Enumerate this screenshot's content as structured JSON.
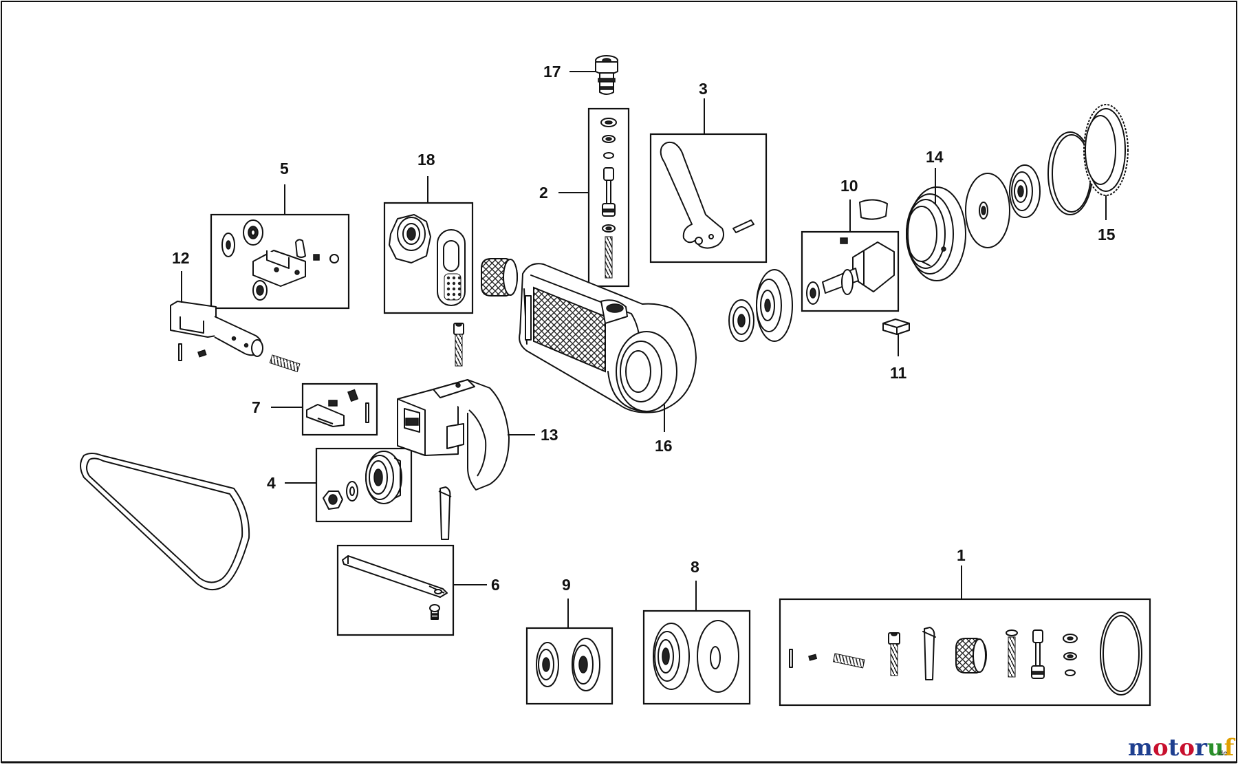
{
  "diagram": {
    "callouts": [
      "1",
      "2",
      "3",
      "4",
      "5",
      "6",
      "7",
      "8",
      "9",
      "10",
      "11",
      "12",
      "13",
      "14",
      "15",
      "16",
      "17",
      "18"
    ]
  },
  "watermark": {
    "brand": "motoruf",
    "suffix": "de",
    "colors": {
      "m": "#1f3f8f",
      "o1": "#c8102e",
      "t": "#1f3f8f",
      "o2": "#c8102e",
      "r": "#1f3f8f",
      "u": "#2a8f2a",
      "f": "#e0a000"
    }
  }
}
